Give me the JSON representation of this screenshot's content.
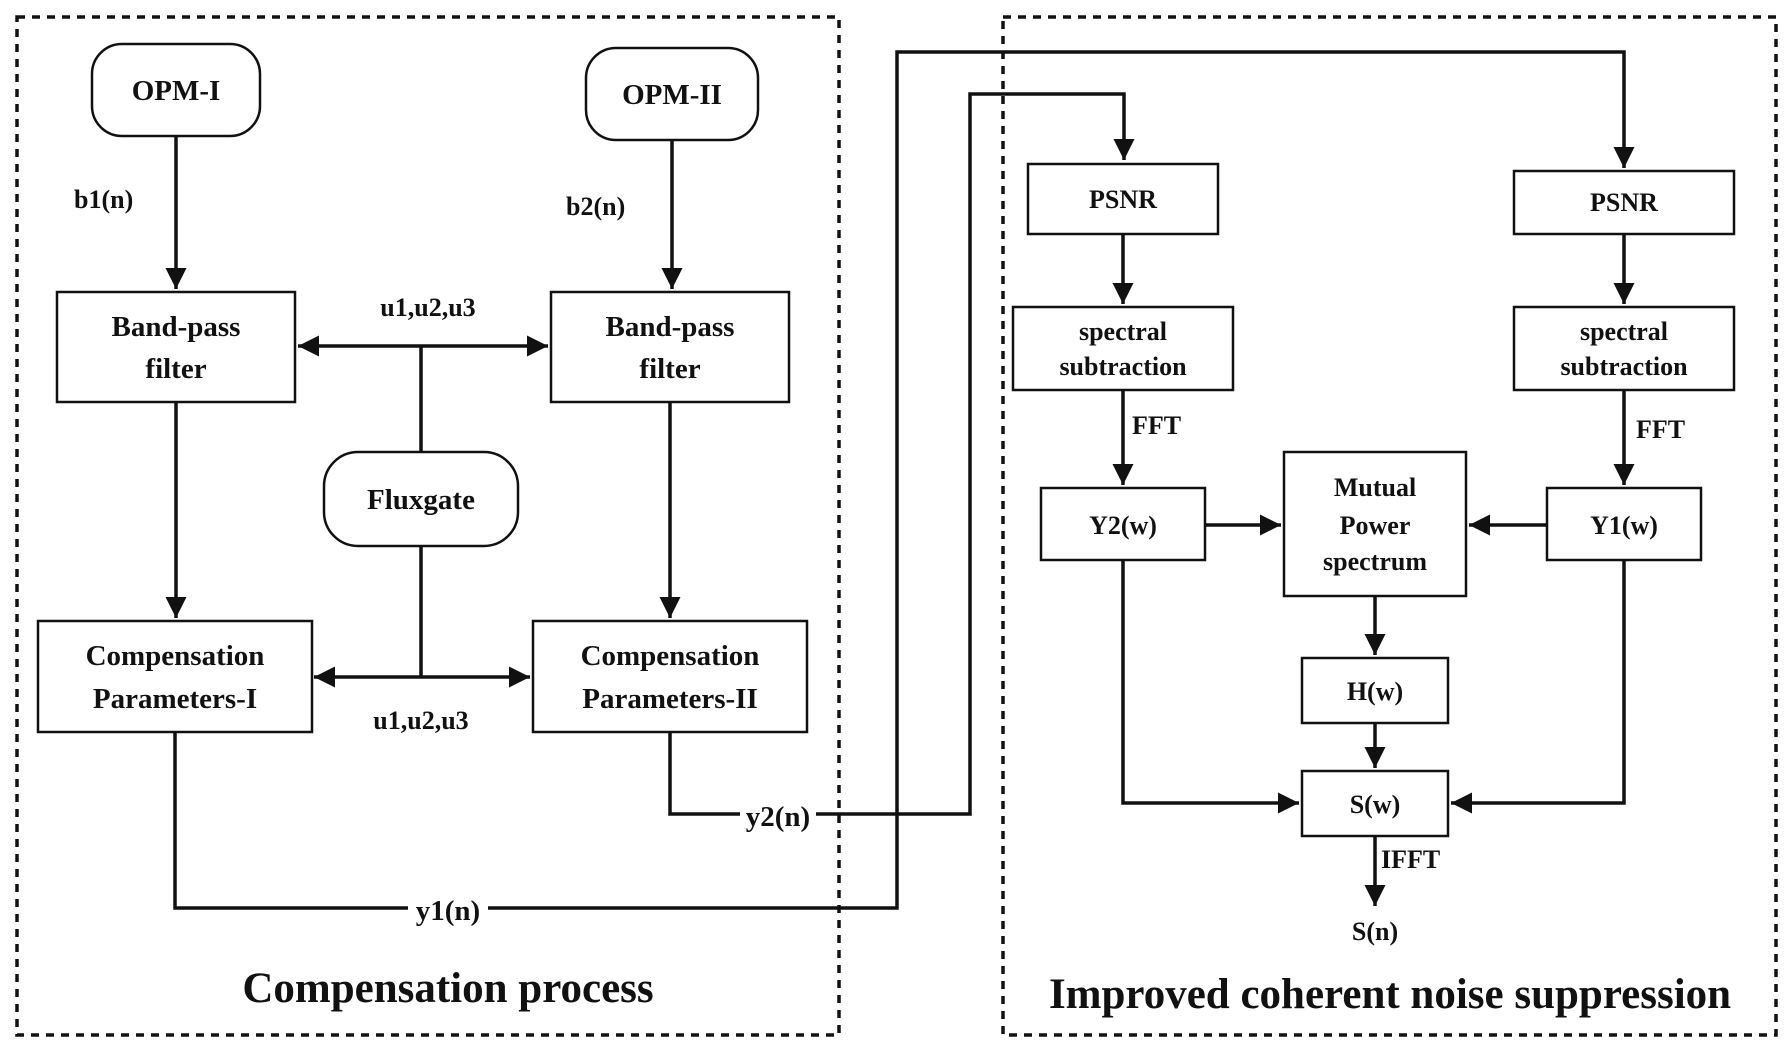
{
  "sections": {
    "left_title": "Compensation process",
    "right_title": "Improved coherent noise suppression"
  },
  "nodes": {
    "opm1": "OPM-I",
    "opm2": "OPM-II",
    "bpf1_l1": "Band-pass",
    "bpf1_l2": "filter",
    "bpf2_l1": "Band-pass",
    "bpf2_l2": "filter",
    "fluxgate": "Fluxgate",
    "comp1_l1": "Compensation",
    "comp1_l2": "Parameters-I",
    "comp2_l1": "Compensation",
    "comp2_l2": "Parameters-II",
    "psnr_left": "PSNR",
    "psnr_right": "PSNR",
    "ss_left_l1": "spectral",
    "ss_left_l2": "subtraction",
    "ss_right_l1": "spectral",
    "ss_right_l2": "subtraction",
    "y2w": "Y2(w)",
    "y1w": "Y1(w)",
    "mps_l1": "Mutual",
    "mps_l2": "Power",
    "mps_l3": "spectrum",
    "hw": "H(w)",
    "sw": "S(w)"
  },
  "edge_labels": {
    "b1": "b1(n)",
    "b2": "b2(n)",
    "u_top": "u1,u2,u3",
    "u_bottom": "u1,u2,u3",
    "y2n": "y2(n)",
    "y1n": "y1(n)",
    "fft_left": "FFT",
    "fft_right": "FFT",
    "ifft": "IFFT",
    "sn": "S(n)"
  }
}
